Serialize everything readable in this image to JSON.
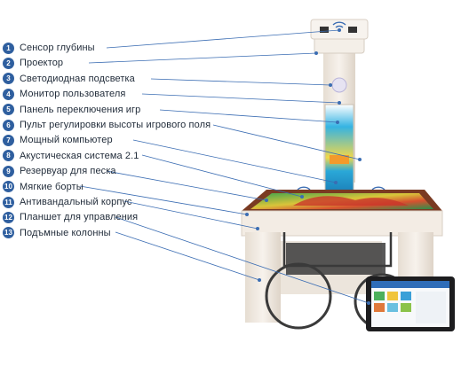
{
  "legend": [
    {
      "num": "1",
      "label": "Сенсор глубины"
    },
    {
      "num": "2",
      "label": "Проектор"
    },
    {
      "num": "3",
      "label": "Светодиодная подсветка"
    },
    {
      "num": "4",
      "label": "Монитор пользователя"
    },
    {
      "num": "5",
      "label": "Панель переключения игр"
    },
    {
      "num": "6",
      "label": "Пульт регулировки высоты игрового поля"
    },
    {
      "num": "7",
      "label": "Мощный компьютер"
    },
    {
      "num": "8",
      "label": "Акустическая система 2.1"
    },
    {
      "num": "9",
      "label": "Резервуар для песка"
    },
    {
      "num": "10",
      "label": "Мягкие борты"
    },
    {
      "num": "11",
      "label": "Антивандальный корпус"
    },
    {
      "num": "12",
      "label": "Планшет для управления"
    },
    {
      "num": "13",
      "label": "Подъмные колонны"
    }
  ],
  "colors": {
    "badge": "#2f5f9f",
    "leader": "#3b6db3",
    "frame": "#f3ece4",
    "wood": "#7a3a22",
    "poster": "#2aa8d8",
    "tablet": "#1d1d1f"
  },
  "icons": [
    "wifi-icon",
    "wifi-icon",
    "wifi-icon"
  ]
}
